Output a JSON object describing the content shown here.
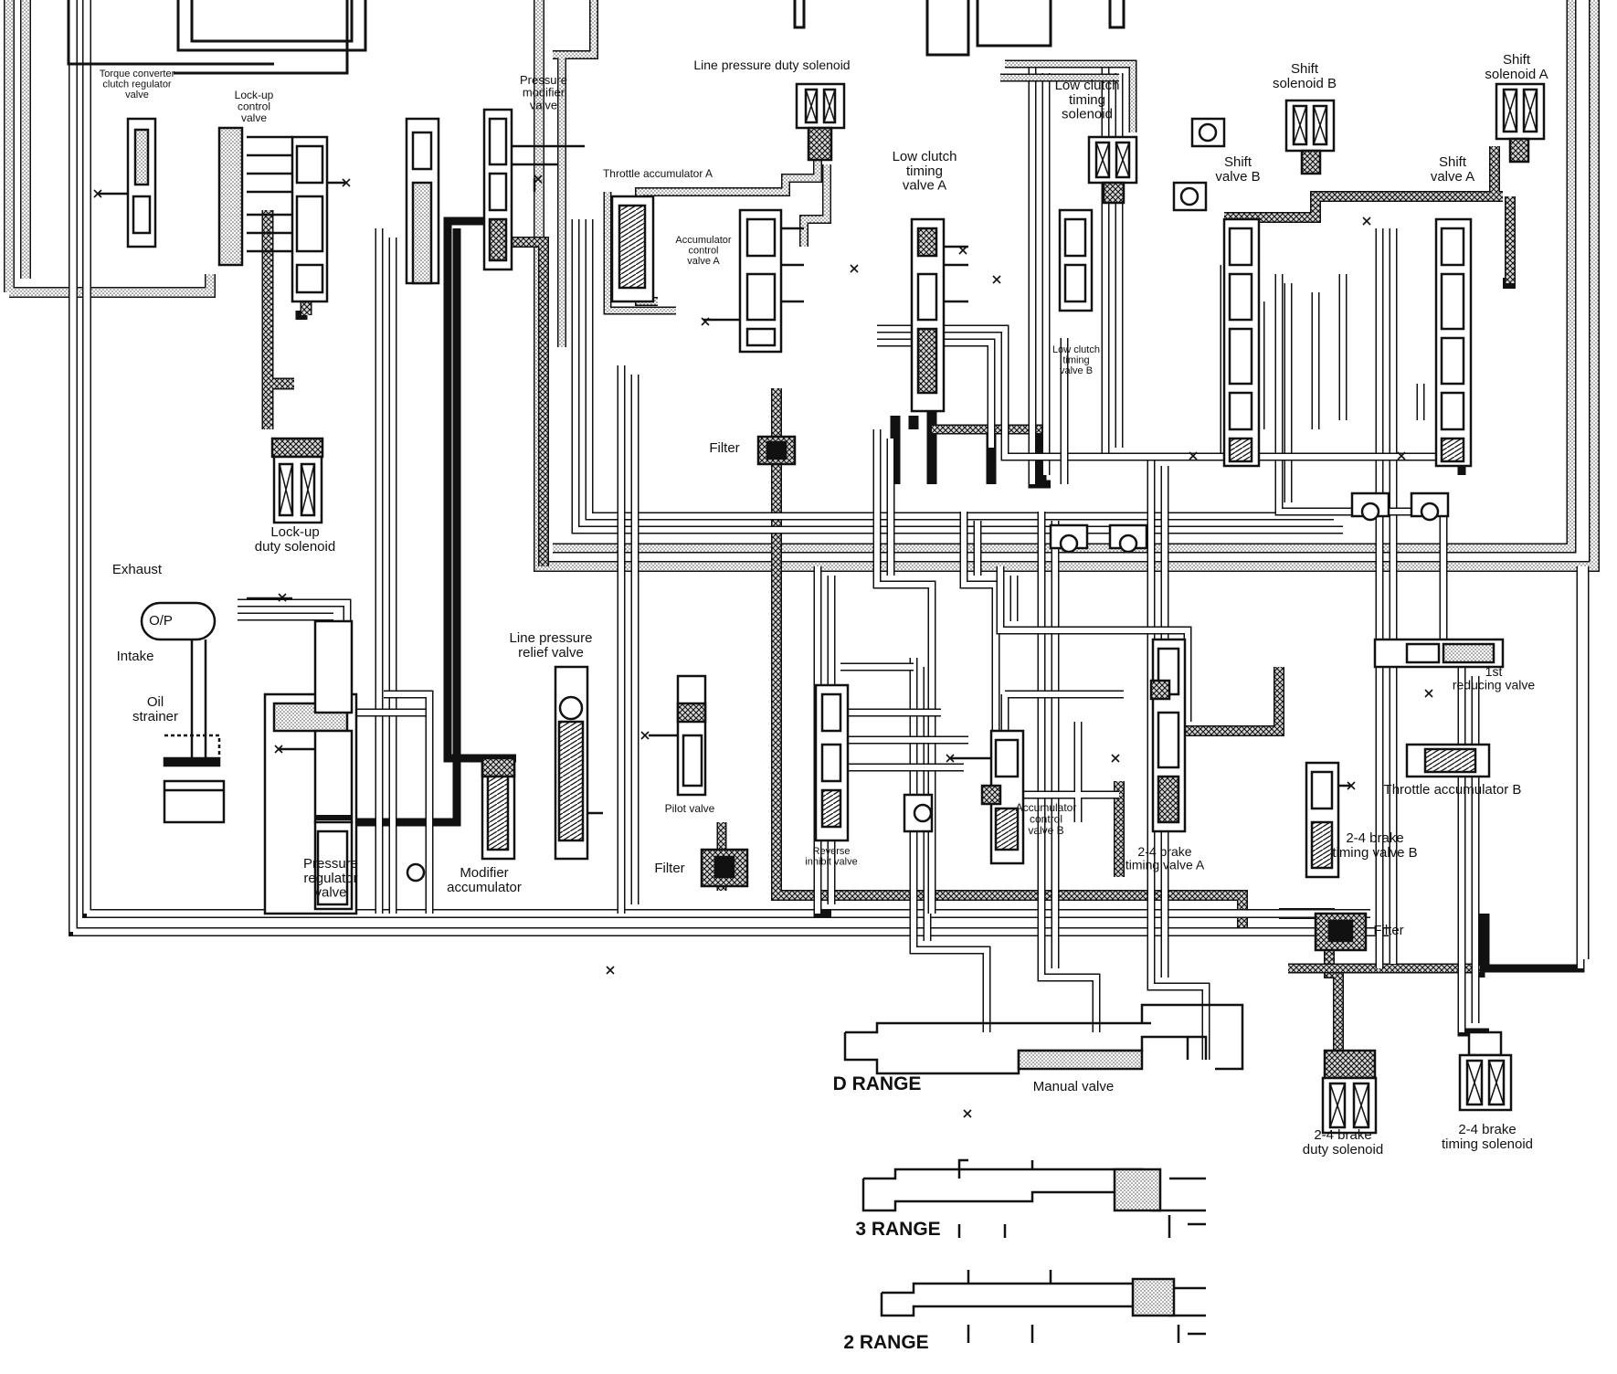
{
  "diagram": {
    "labels": {
      "torque_converter_clutch_regulator_valve": "Torque converter\nclutch regulator\nvalve",
      "lock_up_control_valve": "Lock-up\ncontrol\nvalve",
      "pressure_modifier_valve": "Pressure\nmodifier\nvalve",
      "line_pressure_duty_solenoid": "Line pressure duty solenoid",
      "throttle_accumulator_a": "Throttle accumulator A",
      "accumulator_control_valve_a": "Accumulator\ncontrol\nvalve A",
      "low_clutch_timing_valve_a": "Low clutch\ntiming\nvalve A",
      "low_clutch_timing_solenoid": "Low clutch\ntiming\nsolenoid",
      "low_clutch_timing_valve_b": "Low clutch\ntiming\nvalve B",
      "shift_solenoid_b": "Shift\nsolenoid B",
      "shift_valve_b": "Shift\nvalve B",
      "shift_solenoid_a": "Shift\nsolenoid A",
      "shift_valve_a": "Shift\nvalve A",
      "filter_1": "Filter",
      "lock_up_duty_solenoid": "Lock-up\nduty solenoid",
      "exhaust": "Exhaust",
      "op": "O/P",
      "intake": "Intake",
      "oil_strainer": "Oil\nstrainer",
      "line_pressure_relief_valve": "Line pressure\nrelief valve",
      "pilot_valve": "Pilot valve",
      "filter_2": "Filter",
      "pressure_regulator_valve": "Pressure\nregulator\nvalve",
      "modifier_accumulator": "Modifier\naccumulator",
      "reverse_inhibit_valve": "Reverse\ninhibit valve",
      "accumulator_control_valve_b": "Accumulator\ncontrol\nvalve B",
      "brake_timing_valve_a": "2-4 brake\ntiming valve A",
      "first_reducing_valve": "1st\nreducing valve",
      "throttle_accumulator_b": "Throttle accumulator B",
      "brake_timing_valve_b": "2-4 brake\ntiming valve B",
      "filter_3": "Filter",
      "d_range": "D RANGE",
      "manual_valve": "Manual valve",
      "brake_duty_solenoid": "2-4 brake\nduty solenoid",
      "brake_timing_solenoid": "2-4 brake\ntiming solenoid",
      "range_3": "3 RANGE",
      "range_2": "2 RANGE"
    }
  }
}
